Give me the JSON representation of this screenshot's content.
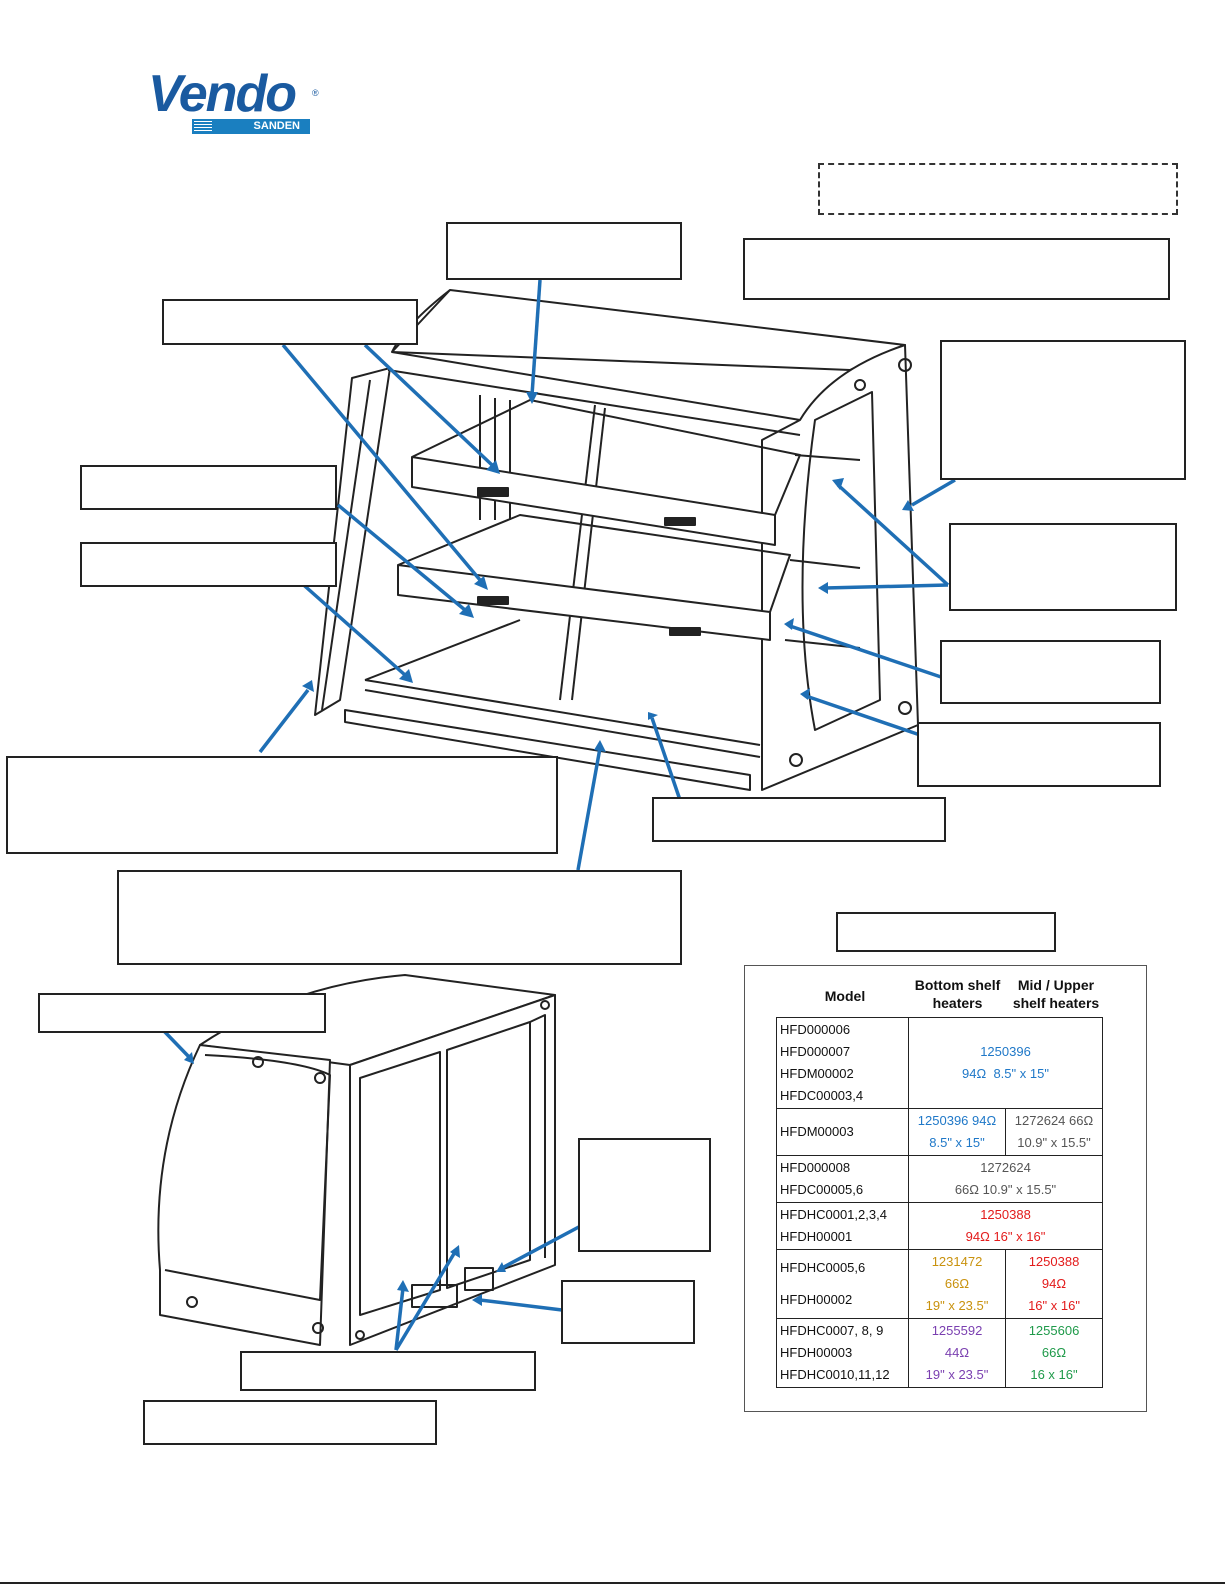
{
  "logo": {
    "brand": "Vendo",
    "reg": "®",
    "sub": "SANDEN"
  },
  "colors": {
    "arrow": "#1f6fb5",
    "blue": "#1f78c8",
    "gray": "#555555",
    "red": "#e31b1b",
    "gold": "#c9920e",
    "purple": "#7a3fb0",
    "green": "#1f9a4a",
    "logo": "#1a5aa0"
  },
  "heater_table": {
    "headers": {
      "model": "Model",
      "bottom": "Bottom shelf heaters",
      "mid_upper": "Mid / Upper shelf heaters"
    },
    "rows": {
      "r1": {
        "models": [
          "HFD000006",
          "HFD000007",
          "HFDM00002",
          "HFDC00003,4"
        ],
        "both": [
          "1250396",
          "94Ω  8.5\" x 15\""
        ]
      },
      "r2": {
        "models": [
          "HFDM00003"
        ],
        "bottom": [
          "1250396 94Ω",
          "8.5\" x 15\""
        ],
        "mid": [
          "1272624 66Ω",
          "10.9\" x 15.5\""
        ]
      },
      "r3": {
        "models": [
          "HFD000008",
          "HFDC00005,6"
        ],
        "both": [
          "1272624",
          "66Ω 10.9\" x 15.5\""
        ]
      },
      "r4": {
        "models": [
          "HFDHC0001,2,3,4",
          "HFDH00001"
        ],
        "both": [
          "1250388",
          "94Ω 16\" x 16\""
        ]
      },
      "r5": {
        "models": [
          "HFDHC0005,6",
          "HFDH00002"
        ],
        "bottom": [
          "1231472",
          "66Ω",
          "19\" x 23.5\""
        ],
        "mid": [
          "1250388",
          "94Ω",
          "16\" x 16\""
        ]
      },
      "r6": {
        "models": [
          "HFDHC0007, 8, 9",
          "HFDH00003",
          "HFDHC0010,11,12"
        ],
        "bottom": [
          "1255592",
          "44Ω",
          "19\" x 23.5\""
        ],
        "mid": [
          "1255606",
          "66Ω",
          "16 x 16\""
        ]
      }
    }
  }
}
